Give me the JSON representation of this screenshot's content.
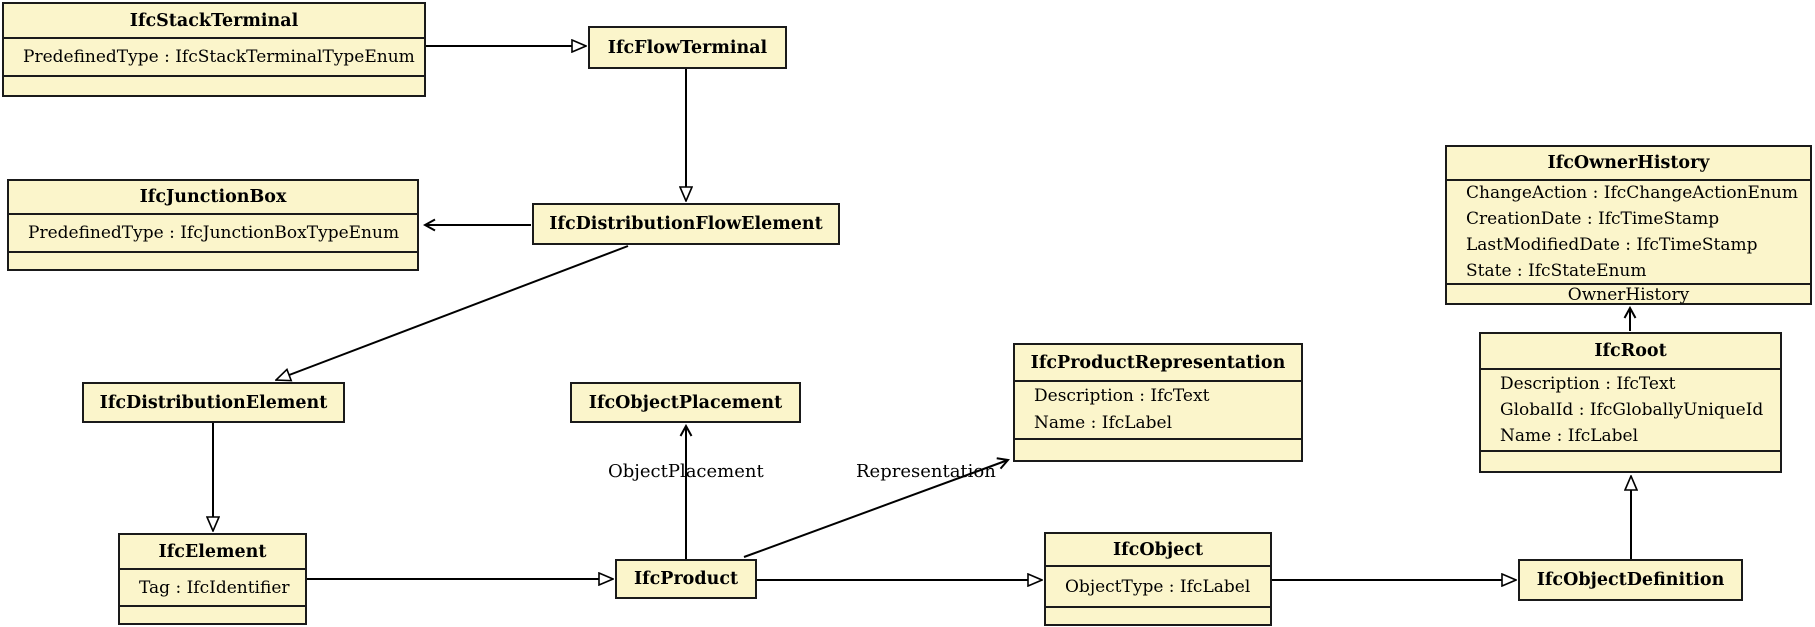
{
  "diagram": {
    "type": "uml-class-diagram",
    "colors": {
      "box_fill": "#fbf5cb",
      "box_border": "#1a1a1a",
      "line": "#000000",
      "background": "#ffffff"
    },
    "classes": {
      "ifcStackTerminal": {
        "title": "IfcStackTerminal",
        "attributes": [
          "PredefinedType : IfcStackTerminalTypeEnum"
        ]
      },
      "ifcFlowTerminal": {
        "title": "IfcFlowTerminal",
        "attributes": []
      },
      "ifcJunctionBox": {
        "title": "IfcJunctionBox",
        "attributes": [
          "PredefinedType : IfcJunctionBoxTypeEnum"
        ]
      },
      "ifcDistributionFlowElement": {
        "title": "IfcDistributionFlowElement",
        "attributes": []
      },
      "ifcOwnerHistory": {
        "title": "IfcOwnerHistory",
        "attributes": [
          "ChangeAction : IfcChangeActionEnum",
          "CreationDate : IfcTimeStamp",
          "LastModifiedDate : IfcTimeStamp",
          "State : IfcStateEnum"
        ],
        "footer_label": "OwnerHistory"
      },
      "ifcDistributionElement": {
        "title": "IfcDistributionElement",
        "attributes": []
      },
      "ifcObjectPlacement": {
        "title": "IfcObjectPlacement",
        "attributes": []
      },
      "ifcProductRepresentation": {
        "title": "IfcProductRepresentation",
        "attributes": [
          "Description : IfcText",
          "Name : IfcLabel"
        ]
      },
      "ifcRoot": {
        "title": "IfcRoot",
        "attributes": [
          "Description : IfcText",
          "GlobalId : IfcGloballyUniqueId",
          "Name : IfcLabel"
        ]
      },
      "ifcElement": {
        "title": "IfcElement",
        "attributes": [
          "Tag : IfcIdentifier"
        ]
      },
      "ifcProduct": {
        "title": "IfcProduct",
        "attributes": []
      },
      "ifcObject": {
        "title": "IfcObject",
        "attributes": [
          "ObjectType : IfcLabel"
        ]
      },
      "ifcObjectDefinition": {
        "title": "IfcObjectDefinition",
        "attributes": []
      }
    },
    "edge_labels": {
      "object_placement": "ObjectPlacement",
      "representation": "Representation"
    },
    "relationships": [
      {
        "from": "IfcStackTerminal",
        "to": "IfcFlowTerminal",
        "type": "generalization"
      },
      {
        "from": "IfcFlowTerminal",
        "to": "IfcDistributionFlowElement",
        "type": "generalization"
      },
      {
        "from": "IfcDistributionFlowElement",
        "to": "IfcJunctionBox",
        "type": "association"
      },
      {
        "from": "IfcDistributionFlowElement",
        "to": "IfcDistributionElement",
        "type": "generalization"
      },
      {
        "from": "IfcDistributionElement",
        "to": "IfcElement",
        "type": "generalization"
      },
      {
        "from": "IfcElement",
        "to": "IfcProduct",
        "type": "generalization"
      },
      {
        "from": "IfcProduct",
        "to": "IfcObjectPlacement",
        "type": "association",
        "label": "ObjectPlacement"
      },
      {
        "from": "IfcProduct",
        "to": "IfcProductRepresentation",
        "type": "association",
        "label": "Representation"
      },
      {
        "from": "IfcProduct",
        "to": "IfcObject",
        "type": "generalization"
      },
      {
        "from": "IfcObject",
        "to": "IfcObjectDefinition",
        "type": "generalization"
      },
      {
        "from": "IfcObjectDefinition",
        "to": "IfcRoot",
        "type": "generalization"
      },
      {
        "from": "IfcRoot",
        "to": "IfcOwnerHistory",
        "type": "association",
        "label": "OwnerHistory"
      }
    ]
  }
}
